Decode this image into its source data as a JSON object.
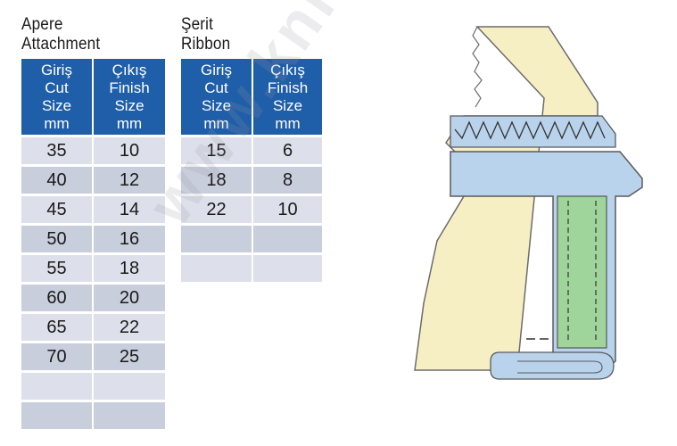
{
  "apere": {
    "title_line1": "Apere",
    "title_line2": "Attachment",
    "headers": [
      [
        "Giriş",
        "Cut",
        "Size",
        "mm"
      ],
      [
        "Çıkış",
        "Finish",
        "Size",
        "mm"
      ]
    ],
    "rows": [
      [
        "35",
        "10"
      ],
      [
        "40",
        "12"
      ],
      [
        "45",
        "14"
      ],
      [
        "50",
        "16"
      ],
      [
        "55",
        "18"
      ],
      [
        "60",
        "20"
      ],
      [
        "65",
        "22"
      ],
      [
        "70",
        "25"
      ],
      [
        "",
        ""
      ],
      [
        "",
        ""
      ]
    ]
  },
  "serit": {
    "title_line1": "Şerit",
    "title_line2": "Ribbon",
    "headers": [
      [
        "Giriş",
        "Cut",
        "Size",
        "mm"
      ],
      [
        "Çıkış",
        "Finish",
        "Size",
        "mm"
      ]
    ],
    "rows": [
      [
        "15",
        "6"
      ],
      [
        "18",
        "8"
      ],
      [
        "22",
        "10"
      ],
      [
        "",
        ""
      ],
      [
        "",
        ""
      ]
    ]
  },
  "watermark": "www.knitism.ru",
  "colors": {
    "header_blue": "#1f5ea8",
    "row_light": "#dde0ea",
    "row_dark": "#c9cedd",
    "fabric_yellow": "#f7efc4",
    "fabric_blue": "#b9d3ec",
    "fabric_green": "#9fd49a"
  }
}
